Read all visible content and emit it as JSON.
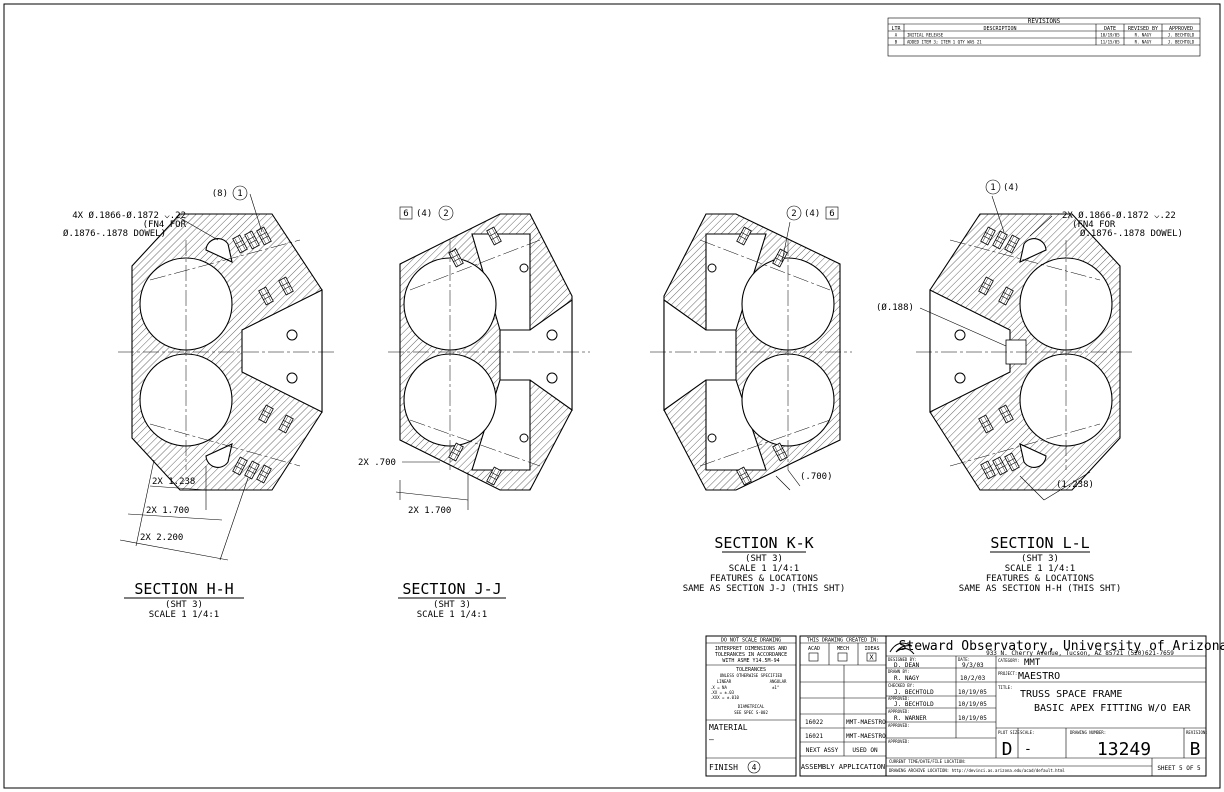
{
  "revisions": {
    "title": "REVISIONS",
    "headers": [
      "LTR",
      "DESCRIPTION",
      "DATE",
      "REVISED BY",
      "APPROVED"
    ],
    "rows": [
      [
        "A",
        "INITIAL RELEASE",
        "10/19/05",
        "R. NAGY",
        "J. BECHTOLD"
      ],
      [
        "B",
        "ADDED ITEM 3; ITEM 1 QTY WAS 21",
        "11/15/05",
        "R. NAGY",
        "J. BECHTOLD"
      ]
    ]
  },
  "sections": [
    {
      "title": "SECTION H-H",
      "lines": [
        "(SHT 3)",
        "SCALE 1 1/4:1"
      ],
      "callout_top": "(8)",
      "balloon": "1",
      "note": [
        "4X Ø.1866-Ø.1872 ⌵.22",
        "(FN4 FOR",
        "Ø.1876-.1878 DOWEL)"
      ],
      "dims": [
        "2X 1.238",
        "2X 1.700",
        "2X 2.200"
      ]
    },
    {
      "title": "SECTION J-J",
      "lines": [
        "(SHT 3)",
        "SCALE 1 1/4:1"
      ],
      "box": "6",
      "callout_top": "(4)",
      "balloon": "2",
      "dims": [
        "2X .700",
        "2X 1.700"
      ]
    },
    {
      "title": "SECTION K-K",
      "lines": [
        "(SHT 3)",
        "SCALE 1 1/4:1",
        "FEATURES & LOCATIONS",
        "SAME AS SECTION J-J (THIS SHT)"
      ],
      "balloon": "2",
      "callout_top": "(4)",
      "box": "6",
      "dims": [
        "(.700)"
      ]
    },
    {
      "title": "SECTION L-L",
      "lines": [
        "(SHT 3)",
        "SCALE 1 1/4:1",
        "FEATURES & LOCATIONS",
        "SAME AS SECTION H-H (THIS SHT)"
      ],
      "balloon": "1",
      "callout_top": "(4)",
      "note": [
        "2X Ø.1866-Ø.1872 ⌵.22",
        "(FN4 FOR",
        "Ø.1876-.1878 DOWEL)"
      ],
      "side_note": "(Ø.188)",
      "dims": [
        "(1.238)"
      ]
    }
  ],
  "title_block": {
    "do_not_scale": "DO NOT SCALE DRAWING",
    "interpret": [
      "INTERPRET DIMENSIONS AND",
      "TOLERANCES IN ACCORDANCE",
      "WITH ASME Y14.5M-94"
    ],
    "tolerances": "TOLERANCES",
    "unless": "UNLESS OTHERWISE SPECIFIED",
    "linear": "LINEAR",
    "angular": "ANGULAR",
    "tol_x": ".X   = NA",
    "tol_xx": ".XX  = ±.03",
    "tol_xxx": ".XXX = ±.010",
    "tol_ang": "±1°",
    "diametrical": "DIAMETRICAL",
    "sec_spec": "SEE SPEC S-002",
    "material": "MATERIAL",
    "material_value": "–",
    "finish": "FINISH",
    "finish_balloon": "4",
    "created_in": "THIS DRAWING CREATED IN:",
    "cad_opts": [
      "ACAD",
      "MECH",
      "IDEAS"
    ],
    "cad_checked": "X",
    "next_assy_rows": [
      [
        "16022",
        "MMT-MAESTRO"
      ],
      [
        "16021",
        "MMT-MAESTRO"
      ]
    ],
    "next_assy": "NEXT ASSY",
    "used_on": "USED ON",
    "assembly": "ASSEMBLY APPLICATION",
    "org_name": "Steward Observatory, University of Arizona",
    "org_addr": "933 N. Cherry Avenue, Tucson, AZ  85721   (520)621-7659",
    "designed_by_l": "DESIGNED BY:",
    "designed_by": "D. DEAN",
    "date_l": "DATE:",
    "designed_date": "9/3/03",
    "drawn_by_l": "DRAWN BY:",
    "drawn_by": "R. NAGY",
    "drawn_date": "10/2/03",
    "checked_by_l": "CHECKED BY:",
    "checked_by": "J. BECHTOLD",
    "checked_date": "10/19/05",
    "approved_l": "APPROVED:",
    "approved1": "J. BECHTOLD",
    "approved1_date": "10/19/05",
    "approved2": "R. WARNER",
    "approved2_date": "10/19/05",
    "category_l": "CATEGORY:",
    "category": "MMT",
    "project_l": "PROJECT:",
    "project": "MAESTRO",
    "title_l": "TITLE:",
    "title1": "TRUSS SPACE FRAME",
    "title2": "BASIC APEX FITTING W/O EAR",
    "plot_size_l": "PLOT SIZE",
    "plot_size": "D",
    "scale_l": "SCALE:",
    "scale": "-",
    "drawing_number_l": "DRAWING NUMBER:",
    "drawing_number": "13249",
    "revision_l": "REVISION:",
    "revision": "B",
    "current_time_l": "CURRENT TIME/DATE/FILE LOCATION:",
    "archive_l": "DRAWING ARCHIVE LOCATION: http://devinci.as.arizona.edu/acad/default.html",
    "sheet": "SHEET 5 OF 5"
  }
}
